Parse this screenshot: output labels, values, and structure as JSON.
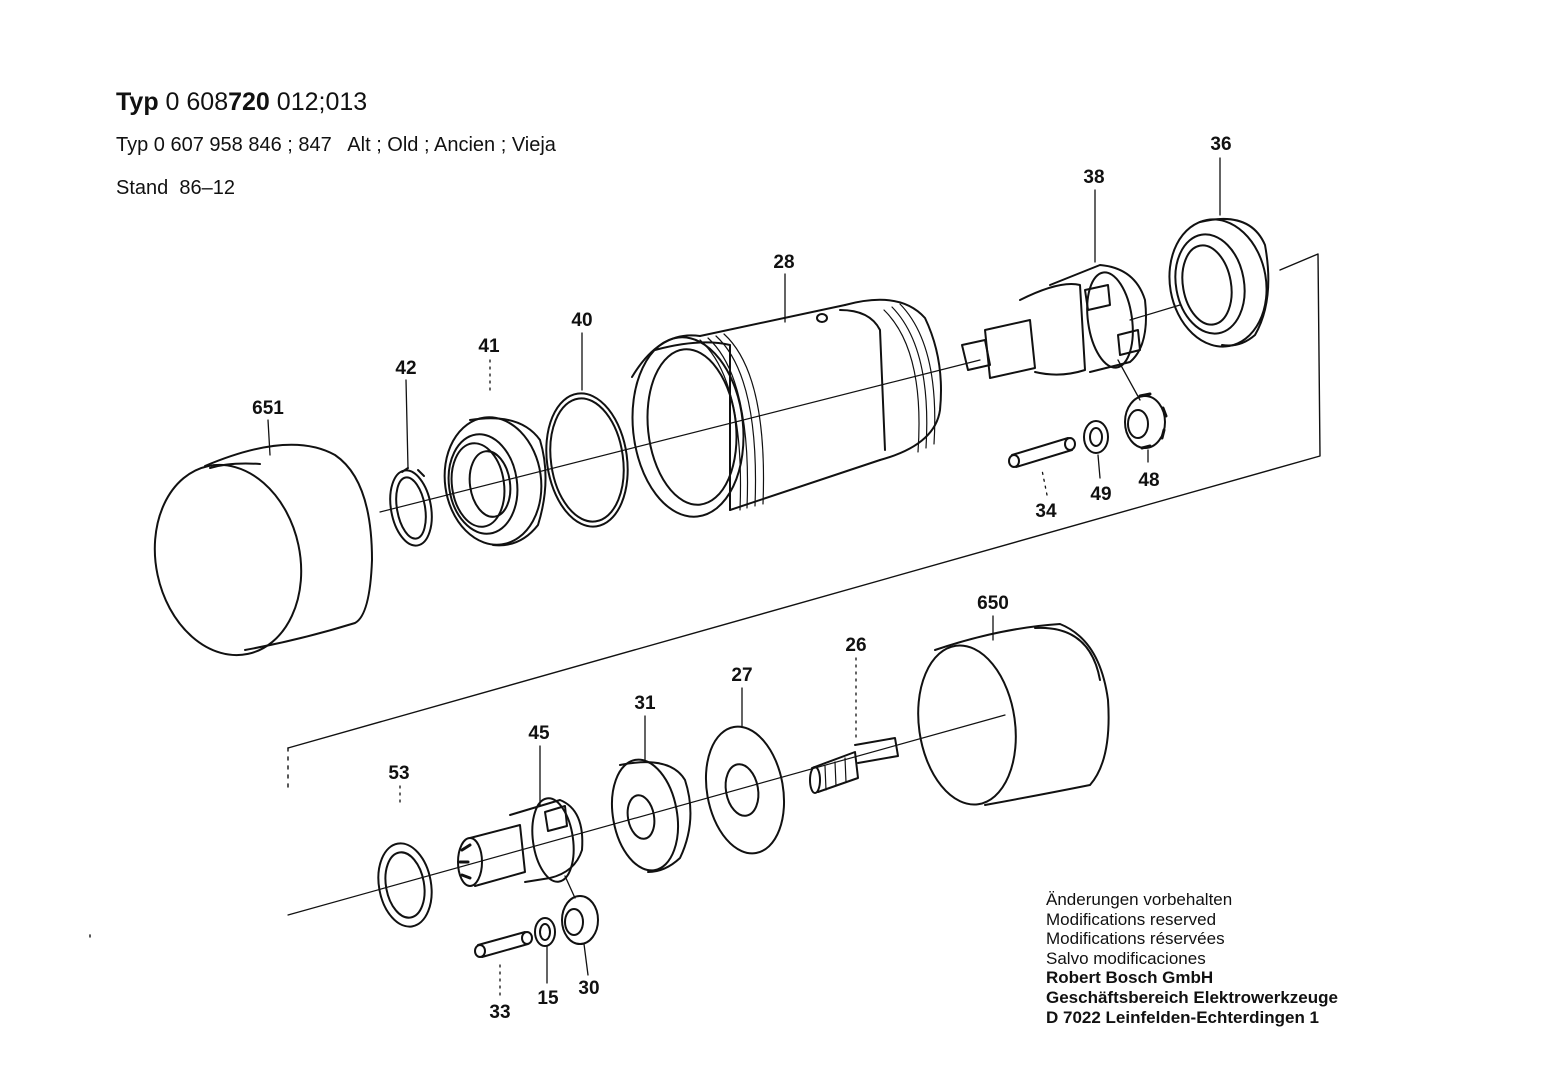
{
  "header": {
    "type_prefix": "Typ",
    "type_n1": "0",
    "type_n2": "608",
    "type_n3": "720",
    "type_n4": "012",
    "type_sep": ";",
    "type_n5": "013",
    "line2": "Typ 0 607 958 846 ; 847   Alt ; Old ; Ancien ; Vieja",
    "line3": "Stand  86–12"
  },
  "parts": {
    "p651": "651",
    "p42": "42",
    "p41": "41",
    "p40": "40",
    "p28": "28",
    "p38": "38",
    "p36": "36",
    "p34": "34",
    "p49": "49",
    "p48": "48",
    "p650": "650",
    "p26": "26",
    "p27": "27",
    "p31": "31",
    "p45": "45",
    "p53": "53",
    "p33": "33",
    "p15": "15",
    "p30": "30"
  },
  "footer": {
    "l1": "Änderungen vorbehalten",
    "l2": "Modifications reserved",
    "l3": "Modifications réservées",
    "l4": "Salvo modificaciones",
    "l5": "Robert Bosch GmbH",
    "l6": "Geschäftsbereich Elektrowerkzeuge",
    "l7": "D 7022 Leinfelden-Echterdingen 1"
  }
}
